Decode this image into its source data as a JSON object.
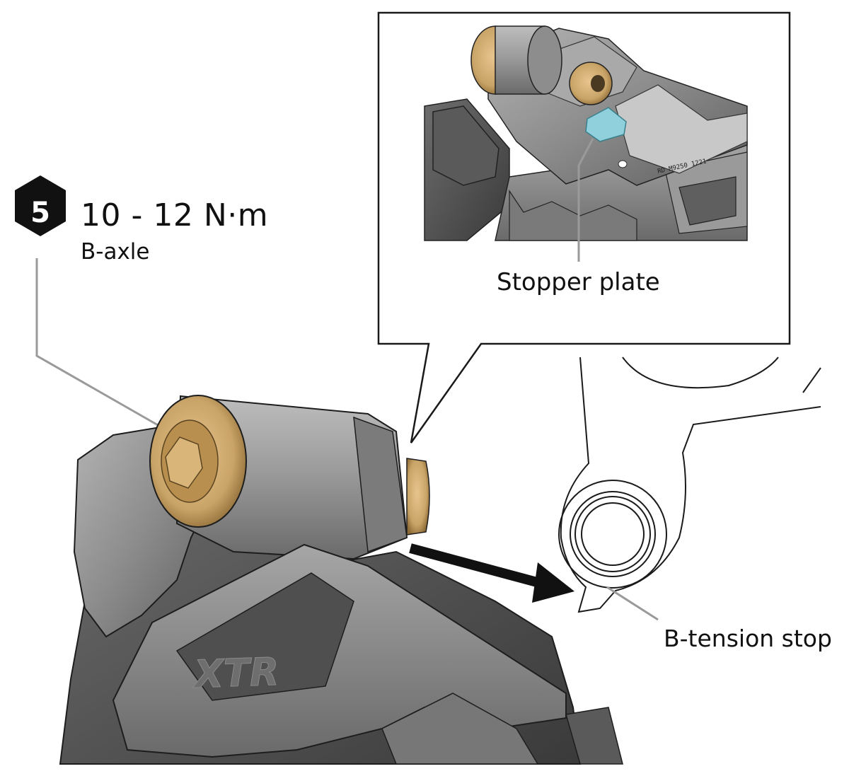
{
  "torque": {
    "step_number": "5",
    "value": "10 - 12 N·m",
    "part": "B-axle"
  },
  "callouts": {
    "stopper_plate": "Stopper plate",
    "b_tension_stop": "B-tension stop"
  },
  "logo_text": "XTR",
  "colors": {
    "bronze": "#c9a468",
    "body_gray": "#8a8a8a",
    "highlight_blue": "#8fd0dc",
    "badge": "#111111"
  }
}
